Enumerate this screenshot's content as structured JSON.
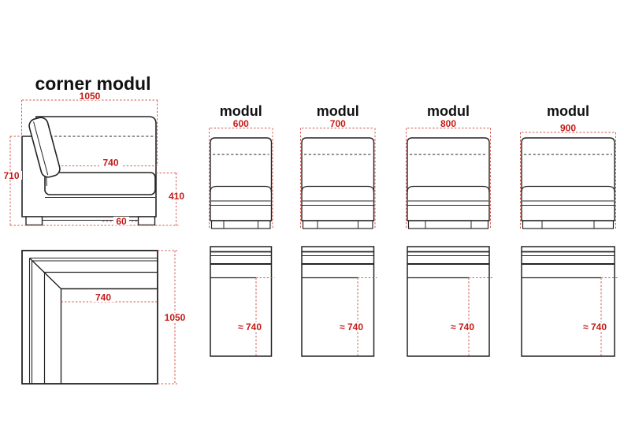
{
  "drawing": {
    "corner_module": {
      "title": "corner modul",
      "side_view": {
        "width_label": "1050",
        "height_label": "710",
        "seat_depth_label": "740",
        "seat_height_label": "410",
        "foot_height_label": "60"
      },
      "plan_view": {
        "seat_depth_label": "740",
        "depth_label": "1050"
      }
    },
    "modules": [
      {
        "title": "modul",
        "width_label": "600",
        "depth_label": "≈ 740"
      },
      {
        "title": "modul",
        "width_label": "700",
        "depth_label": "≈ 740"
      },
      {
        "title": "modul",
        "width_label": "800",
        "depth_label": "≈ 740"
      },
      {
        "title": "modul",
        "width_label": "900",
        "depth_label": "≈ 740"
      }
    ],
    "colors": {
      "line": "#242424",
      "dimension_text": "#c31b17",
      "dimension_line": "#d4564a",
      "background": "#ffffff"
    }
  }
}
